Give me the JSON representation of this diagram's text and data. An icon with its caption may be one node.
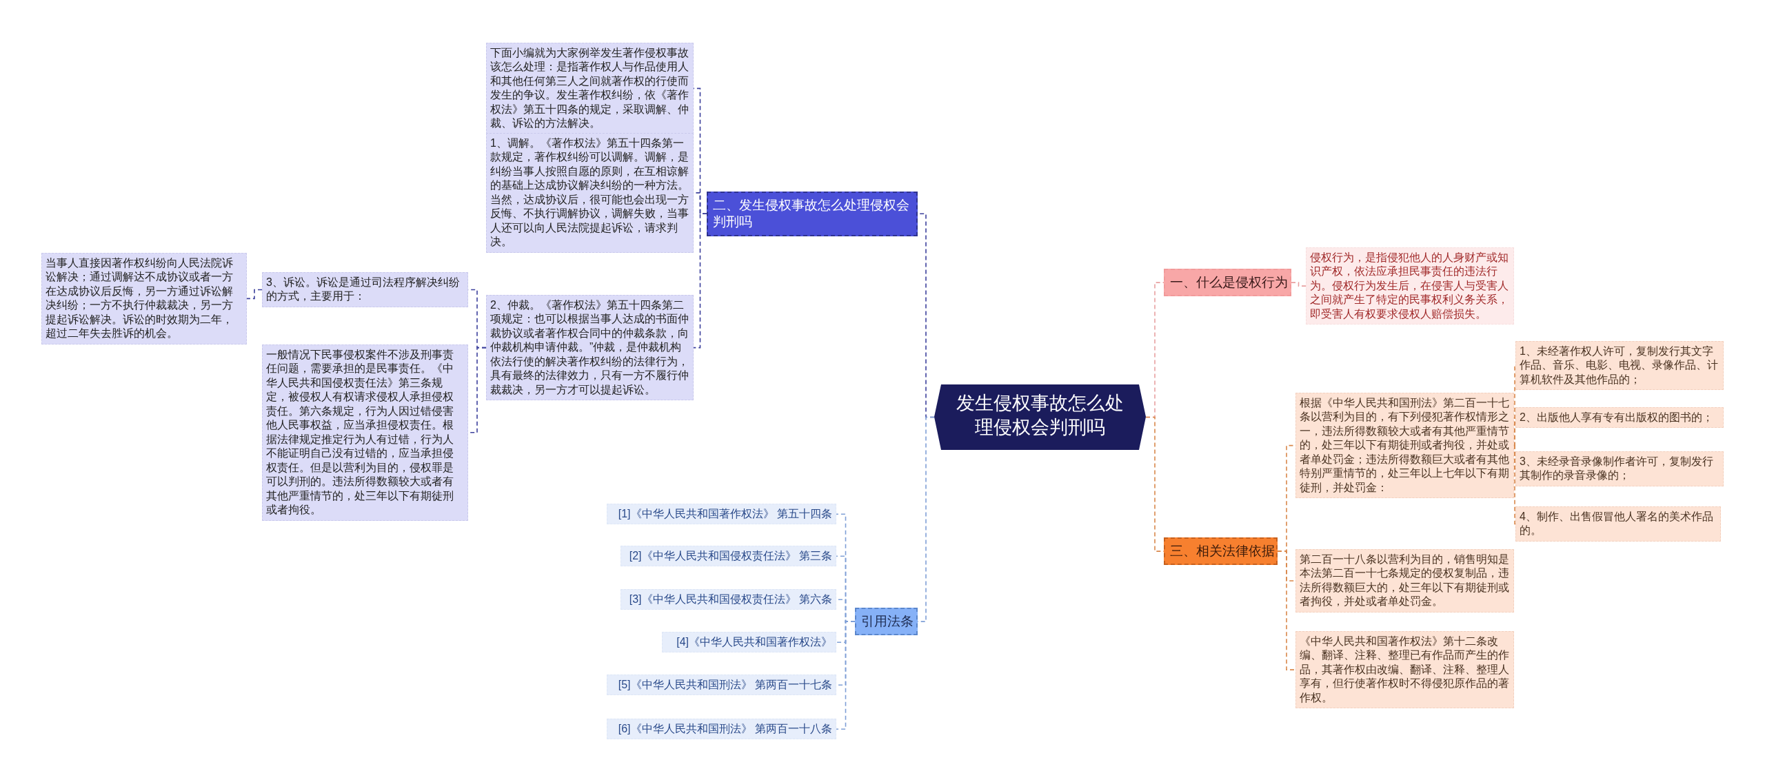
{
  "diagram": {
    "nodes": [
      {
        "text": [
          "发生侵权事故怎么处理侵权会判刑吗"
        ]
      },
      {
        "text": [
          "二、发生侵权事故怎么处理侵权会判刑吗"
        ]
      },
      {
        "text": [
          "下面小编就为大家例举发生著作侵权事故该怎么处理：是指著作权人与作品使用人和其他任何第三人之间就著作权的行使而发生的争议。发生著作权纠纷，依《著作权法》第五十四条的规定，采取调解、仲裁、诉讼的方法解决。"
        ]
      },
      {
        "text": [
          "1、调解。《著作权法》第五十四条第一款规定，著作权纠纷可以调解。调解，是纠纷当事人按照自愿的原则，在互相谅解的基础上达成协议解决纠纷的一种方法。当然，达成协议后，很可能也会出现一方反悔、不执行调解协议，调解失败，当事人还可以向人民法院提起诉讼，请求判决。"
        ]
      },
      {
        "text": [
          "2、仲裁。《著作权法》第五十四条第二项规定：也可以根据当事人达成的书面仲裁协议或者著作权合同中的仲裁条款，向仲裁机构申请仲裁。”仲裁，是仲裁机构依法行使的解决著作权纠纷的法律行为，具有最终的法律效力，只有一方不履行仲裁裁决，另一方才可以提起诉讼。"
        ]
      },
      {
        "text": [
          "3、诉讼。诉讼是通过司法程序解决纠纷的方式，主要用于："
        ]
      },
      {
        "text": [
          "当事人直接因著作权纠纷向人民法院诉讼解决；通过调解达不成协议或者一方在达成协议后反悔，另一方通过诉讼解决纠纷；一方不执行仲裁裁决，另一方提起诉讼解决。诉讼的时效期为二年，超过二年失去胜诉的机会。"
        ]
      },
      {
        "text": [
          "一般情况下民事侵权案件不涉及刑事责任问题，需要承担的是民事责任。《中华人民共和国侵权责任法》第三条规定，被侵权人有权请求侵权人承担侵权责任。第六条规定，行为人因过错侵害他人民事权益，应当承担侵权责任。根据法律规定推定行为人有过错，行为人不能证明自己没有过错的，应当承担侵权责任。但是以营利为目的，侵权罪是可以判刑的。违法所得数额较大或者有其他严重情节的，处三年以下有期徒刑或者拘役。"
        ]
      },
      {
        "text": [
          "引用法条"
        ]
      },
      {
        "text": [
          "[1]《中华人民共和国著作权法》 第五十四条"
        ]
      },
      {
        "text": [
          "[2]《中华人民共和国侵权责任法》 第三条"
        ]
      },
      {
        "text": [
          "[3]《中华人民共和国侵权责任法》 第六条"
        ]
      },
      {
        "text": [
          "[4]《中华人民共和国著作权法》"
        ]
      },
      {
        "text": [
          "[5]《中华人民共和国刑法》 第两百一十七条"
        ]
      },
      {
        "text": [
          "[6]《中华人民共和国刑法》 第两百一十八条"
        ]
      },
      {
        "text": [
          "一、什么是侵权行为"
        ]
      },
      {
        "text": [
          "侵权行为，是指侵犯他人的人身财产或知识产权，依法应承担民事责任的违法行为。侵权行为发生后，在侵害人与受害人之间就产生了特定的民事权利义务关系，即受害人有权要求侵权人赔偿损失。"
        ]
      },
      {
        "text": [
          "三、相关法律依据"
        ]
      },
      {
        "text": [
          "根据《中华人民共和国刑法》第二百一十七条以营利为目的，有下列侵犯著作权情形之一，违法所得数额较大或者有其他严重情节的，处三年以下有期徒刑或者拘役，并处或者单处罚金；违法所得数额巨大或者有其他特别严重情节的，处三年以上七年以下有期徒刑，并处罚金："
        ]
      },
      {
        "text": [
          "1、未经著作权人许可，复制发行其文字作品、音乐、电影、电视、录像作品、计算机软件及其他作品的；"
        ]
      },
      {
        "text": [
          "2、出版他人享有专有出版权的图书的；"
        ]
      },
      {
        "text": [
          "3、未经录音录像制作者许可，复制发行其制作的录音录像的；"
        ]
      },
      {
        "text": [
          "4、制作、出售假冒他人署名的美术作品的。"
        ]
      },
      {
        "text": [
          "第二百一十八条以营利为目的，销售明知是本法第二百一十七条规定的侵权复制品，违法所得数额巨大的，处三年以下有期徒刑或者拘役，并处或者单处罚金。"
        ]
      },
      {
        "text": [
          "《中华人民共和国著作权法》第十二条改编、翻译、注释、整理已有作品而产生的作品，其著作权由改编、翻译、注释、整理人享有，但行使著作权时不得侵犯原作品的著作权。"
        ]
      }
    ],
    "edges": [
      {
        "from": 0,
        "to": 1,
        "arrow": "none",
        "style": "dashed",
        "color": "#3b3f9c"
      },
      {
        "from": 1,
        "to": 2,
        "arrow": "none",
        "style": "dashed",
        "color": "#3b3f9c"
      },
      {
        "from": 1,
        "to": 3,
        "arrow": "none",
        "style": "dashed",
        "color": "#3b3f9c"
      },
      {
        "from": 1,
        "to": 4,
        "arrow": "none",
        "style": "dashed",
        "color": "#3b3f9c"
      },
      {
        "from": 4,
        "to": 5,
        "arrow": "none",
        "style": "dashed",
        "color": "#3b3f9c"
      },
      {
        "from": 5,
        "to": 6,
        "arrow": "none",
        "style": "dashed",
        "color": "#3b3f9c"
      },
      {
        "from": 4,
        "to": 7,
        "arrow": "none",
        "style": "dashed",
        "color": "#3b3f9c"
      },
      {
        "from": 0,
        "to": 8,
        "arrow": "none",
        "style": "dashed",
        "color": "#7f9fd6"
      },
      {
        "from": 8,
        "to": 9,
        "arrow": "none",
        "style": "dashed",
        "color": "#7f9fd6"
      },
      {
        "from": 8,
        "to": 10,
        "arrow": "none",
        "style": "dashed",
        "color": "#7f9fd6"
      },
      {
        "from": 8,
        "to": 11,
        "arrow": "none",
        "style": "dashed",
        "color": "#7f9fd6"
      },
      {
        "from": 8,
        "to": 12,
        "arrow": "none",
        "style": "dashed",
        "color": "#7f9fd6"
      },
      {
        "from": 8,
        "to": 13,
        "arrow": "none",
        "style": "dashed",
        "color": "#7f9fd6"
      },
      {
        "from": 8,
        "to": 14,
        "arrow": "none",
        "style": "dashed",
        "color": "#7f9fd6"
      },
      {
        "from": 0,
        "to": 15,
        "arrow": "none",
        "style": "dashed",
        "color": "#e8a0a0"
      },
      {
        "from": 15,
        "to": 16,
        "arrow": "none",
        "style": "dashed",
        "color": "#e8a0a0"
      },
      {
        "from": 0,
        "to": 17,
        "arrow": "none",
        "style": "dashed",
        "color": "#d9874a"
      },
      {
        "from": 17,
        "to": 18,
        "arrow": "none",
        "style": "dashed",
        "color": "#d9874a"
      },
      {
        "from": 18,
        "to": 19,
        "arrow": "none",
        "style": "dashed",
        "color": "#d9874a"
      },
      {
        "from": 18,
        "to": 20,
        "arrow": "none",
        "style": "dashed",
        "color": "#d9874a"
      },
      {
        "from": 18,
        "to": 21,
        "arrow": "none",
        "style": "dashed",
        "color": "#d9874a"
      },
      {
        "from": 18,
        "to": 22,
        "arrow": "none",
        "style": "dashed",
        "color": "#d9874a"
      },
      {
        "from": 17,
        "to": 23,
        "arrow": "none",
        "style": "dashed",
        "color": "#d9874a"
      },
      {
        "from": 17,
        "to": 24,
        "arrow": "none",
        "style": "dashed",
        "color": "#d9874a"
      }
    ]
  }
}
